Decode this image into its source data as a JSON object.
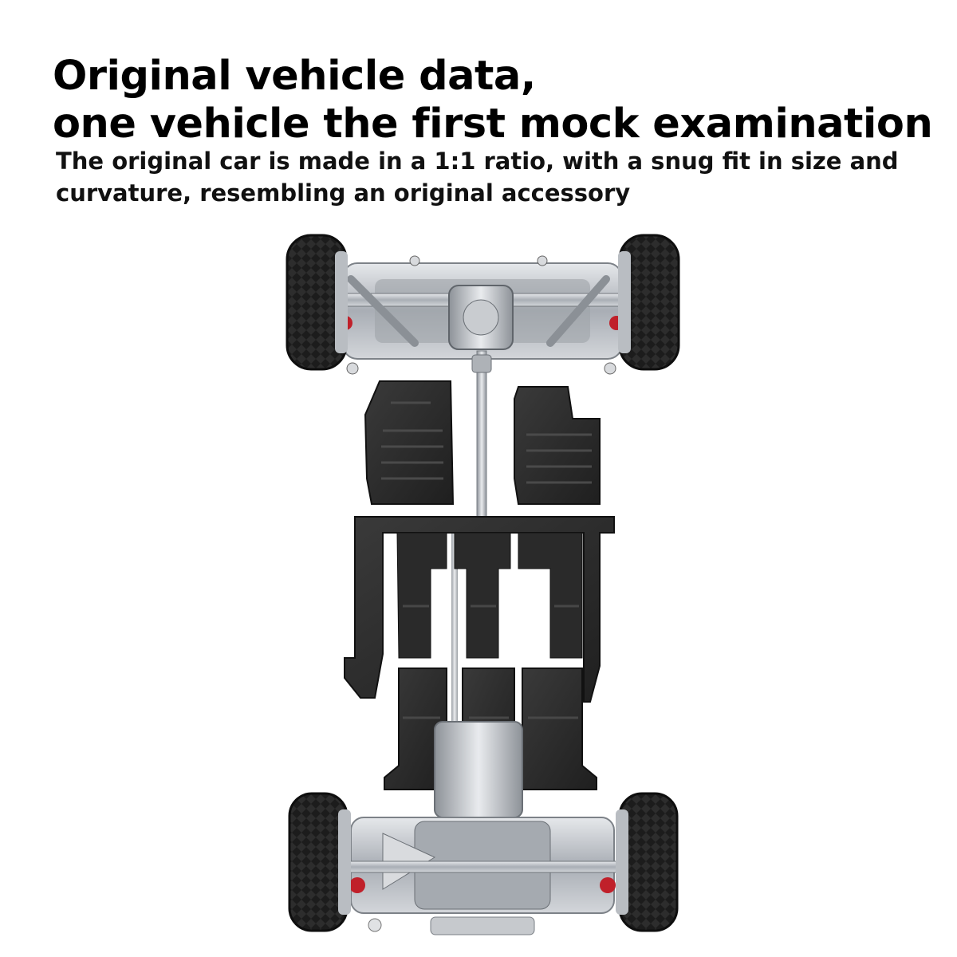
{
  "headline": {
    "line1": "Original vehicle data,",
    "line2": "one vehicle the first mock examination"
  },
  "subheadline": {
    "line1": "The original car is made in a 1:1 ratio, with a snug fit in size and",
    "line2": "curvature, resembling an original accessory"
  },
  "colors": {
    "background": "#ffffff",
    "text": "#000000",
    "mat": "#2a2a2a",
    "metal": "#b8bcc2",
    "tire": "#1a1a1a",
    "accent_red": "#c0202a"
  }
}
